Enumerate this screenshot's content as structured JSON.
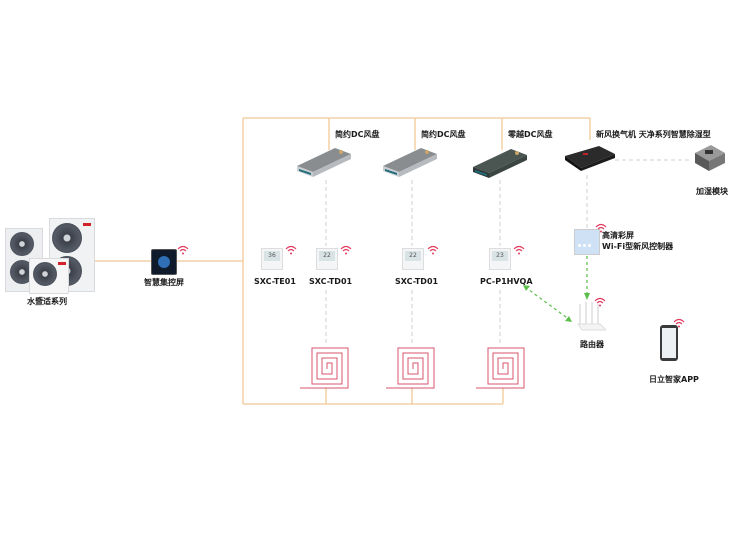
{
  "colors": {
    "pipe": "#f0c896",
    "signal": "#e23a5e",
    "wireless_link": "#5bbf4a",
    "dashed": "#cfcfcf",
    "heating_coil": "#d9566d"
  },
  "outdoor_unit": {
    "label": "水暨适系列",
    "icon": "outdoor-unit-icon"
  },
  "central_controller": {
    "label": "智慧集控屏",
    "icon": "touch-panel-icon"
  },
  "fan_coils": [
    {
      "label": "简约DC风盘",
      "icon": "ducted-fan-coil-icon"
    },
    {
      "label": "简约DC风盘",
      "icon": "ducted-fan-coil-icon"
    },
    {
      "label": "零越DC风盘",
      "icon": "ducted-fan-coil-icon"
    }
  ],
  "fresh_air": {
    "label": "新风换气机 天净系列智慧除湿型",
    "icon": "ventilator-icon"
  },
  "humidifier": {
    "label": "加湿模块",
    "icon": "humidifier-module-icon"
  },
  "thermostats": [
    {
      "label": "SXC-TE01",
      "display": "36"
    },
    {
      "label": "SXC-TD01",
      "display": "22"
    },
    {
      "label": "SXC-TD01",
      "display": "22"
    },
    {
      "label": "PC-P1HVQA",
      "display": "23"
    }
  ],
  "wifi_controller": {
    "line1": "高清彩屏",
    "line2": "Wi-Fi型新风控制器"
  },
  "router": {
    "label": "路由器"
  },
  "app": {
    "label": "日立智家APP"
  }
}
